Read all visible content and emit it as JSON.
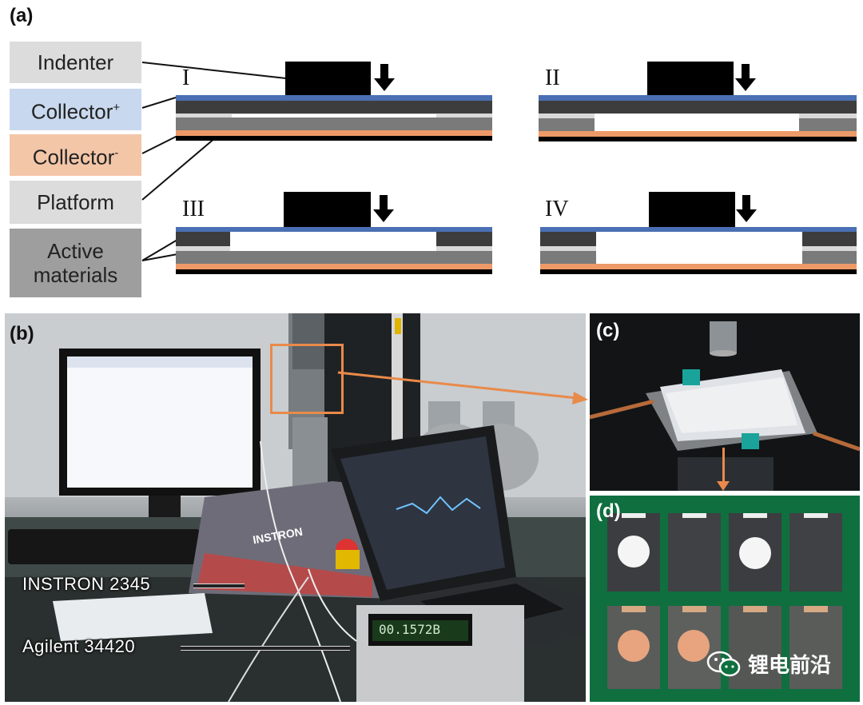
{
  "panels": {
    "a": "(a)",
    "b": "(b)",
    "c": "(c)",
    "d": "(d)"
  },
  "legend": {
    "indenter": "Indenter",
    "collector_pos": "Collector",
    "collector_pos_sup": "+",
    "collector_neg": "Collector",
    "collector_neg_sup": "-",
    "platform": "Platform",
    "active_line1": "Active",
    "active_line2": "materials"
  },
  "stages": [
    "I",
    "II",
    "III",
    "IV"
  ],
  "photo_labels": {
    "instron": "INSTRON 2345",
    "agilent": "Agilent  34420",
    "instron_brand": "INSTRON",
    "meter_reading": "00.1572B"
  },
  "watermark": "锂电前沿",
  "colors": {
    "legend_indenter": "#dcdcdc",
    "legend_collector_pos": "#c8d8ee",
    "legend_collector_neg": "#f3c6a8",
    "legend_platform": "#dcdcdc",
    "legend_active": "#9e9e9e",
    "collector_pos": "#4a6fb3",
    "collector_neg": "#ee9a68",
    "active_dark": "#3d3d3d",
    "active_grey": "#7a7a7a",
    "separator": "#d9d9d9"
  }
}
